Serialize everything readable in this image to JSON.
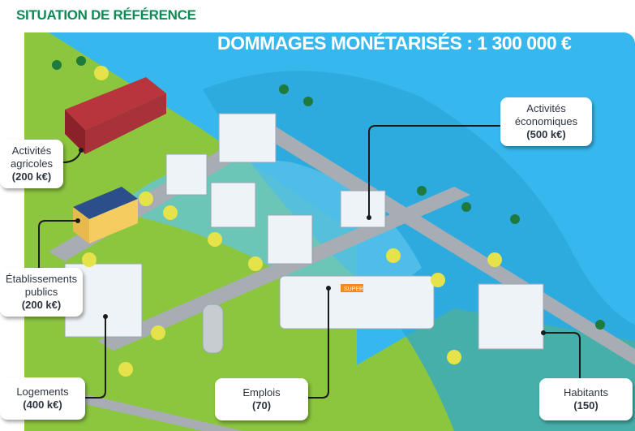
{
  "title": "SITUATION DE RÉFÉRENCE",
  "headline": "DOMMAGES MONÉTARISÉS : 1 300 000 €",
  "colors": {
    "sky": "#36b8ee",
    "land": "#8cc63f",
    "water": "#2aa5d8",
    "road": "#a7adb3",
    "title": "#0e8a55"
  },
  "callouts": [
    {
      "label": "Activités agricoles",
      "value": "(200 k€)"
    },
    {
      "label": "Établissements publics",
      "value": "(200 k€)"
    },
    {
      "label": "Logements",
      "value": "(400 k€)"
    },
    {
      "label": "Emplois",
      "value": "(70)"
    },
    {
      "label": "Activités économiques",
      "value": "(500 k€)"
    },
    {
      "label": "Habitants",
      "value": "(150)"
    }
  ],
  "store_sign": "SUPER"
}
